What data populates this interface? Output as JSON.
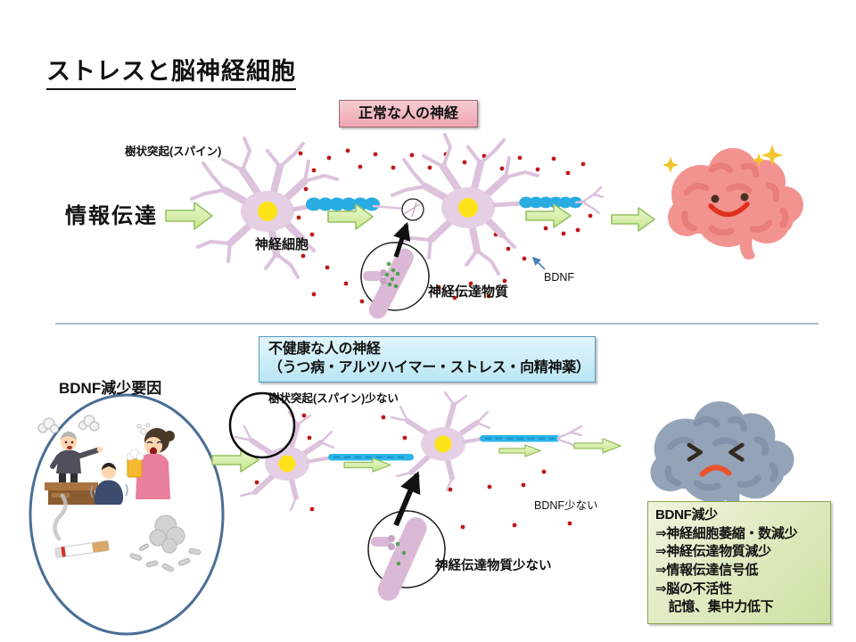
{
  "slide": {
    "title": "ストレスと脳神経細胞"
  },
  "healthy_section": {
    "header_label": "正常な人の神経",
    "dendrite_label": "樹状突起(スパイン)",
    "transmission_label": "情報伝達",
    "neuron_label": "神経細胞",
    "neurotransmitter_label": "神経伝達物質",
    "bdnf_label": "BDNF"
  },
  "unhealthy_section": {
    "header_line1": "不健康な人の神経",
    "header_line2": "（うつ病・アルツハイマー・ストレス・向精神薬）",
    "bdnf_cause_label": "BDNF減少要因",
    "dendrite_label": "樹状突起(スパイン)少ない",
    "neurotransmitter_label": "神経伝達物質少ない",
    "bdnf_label": "BDNF少ない",
    "summary_box": {
      "lines": [
        "BDNF減少",
        "⇒神経細胞萎縮・数減少",
        "⇒神経伝達物質減少",
        "⇒情報伝達信号低",
        "⇒脳の不活性",
        "　記憶、集中力低下"
      ]
    }
  },
  "icons": {
    "healthy_brain": "smiling-pink-brain",
    "unhealthy_brain": "sad-gray-brain",
    "stress_illustration": "boss-scolding-alcohol-smoking",
    "sparkles": "sparkle-stars"
  },
  "colors": {
    "healthy_header_bg": "#f2b8c0",
    "unhealthy_header_bg": "#c9ecf8",
    "summary_bg": "#d9e8b4",
    "neuron_body": "#e5cfe5",
    "nucleus": "#ffe31a",
    "myelin": "#28ace2",
    "bdnf_dot": "#c01818",
    "arrow_green": "#d7f0a8",
    "healthy_brain": "#f29390",
    "unhealthy_brain": "#93a3b8",
    "circle_border": "#4a6e96"
  }
}
